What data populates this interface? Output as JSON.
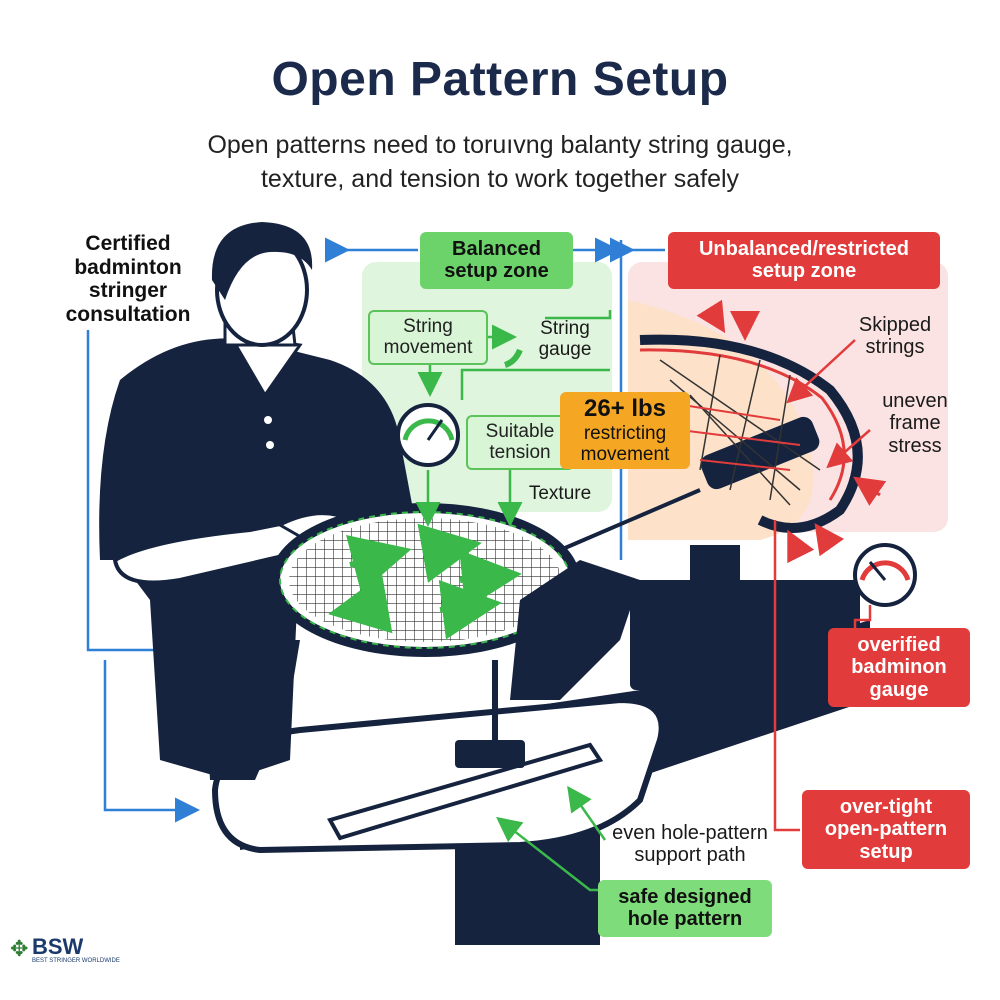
{
  "title": "Open Pattern Setup",
  "subtitle_line1": "Open patterns need to toruıvng balanty string gauge,",
  "subtitle_line2": "texture, and tension to work together safely",
  "labels": {
    "consultation": [
      "Certified",
      "badminton",
      "stringer",
      "consultation"
    ],
    "balanced_zone": [
      "Balanced",
      "setup zone"
    ],
    "unbalanced_zone": [
      "Unbalanced/restricted",
      "setup zone"
    ],
    "string_movement": [
      "String",
      "movement"
    ],
    "string_gauge": [
      "String",
      "gauge"
    ],
    "suitable_tension": [
      "Suitable",
      "tension"
    ],
    "restricting": {
      "big": "26+ lbs",
      "rest": [
        "restricting",
        "movement"
      ]
    },
    "texture": "Texture",
    "skipped_strings": [
      "Skipped",
      "strings"
    ],
    "uneven_frame": [
      "uneven",
      "frame",
      "stress"
    ],
    "verified_gauge": [
      "overified",
      "badminon",
      "gauge"
    ],
    "overtight": [
      "over-tight",
      "open-pattern",
      "setup"
    ],
    "support_path": [
      "even hole-pattern",
      "support path"
    ],
    "safe_pattern": [
      "safe designed",
      "hole pattern"
    ]
  },
  "logo": {
    "mark": "BSW",
    "sub": "BEST STRINGER WORLDWIDE"
  },
  "colors": {
    "navy": "#1b2a4a",
    "green": "#5cc25a",
    "green_light": "#d8f5d6",
    "red": "#e23b3b",
    "red_light": "#fbe3e3",
    "orange": "#f5a623",
    "blue": "#2f7fd6"
  }
}
